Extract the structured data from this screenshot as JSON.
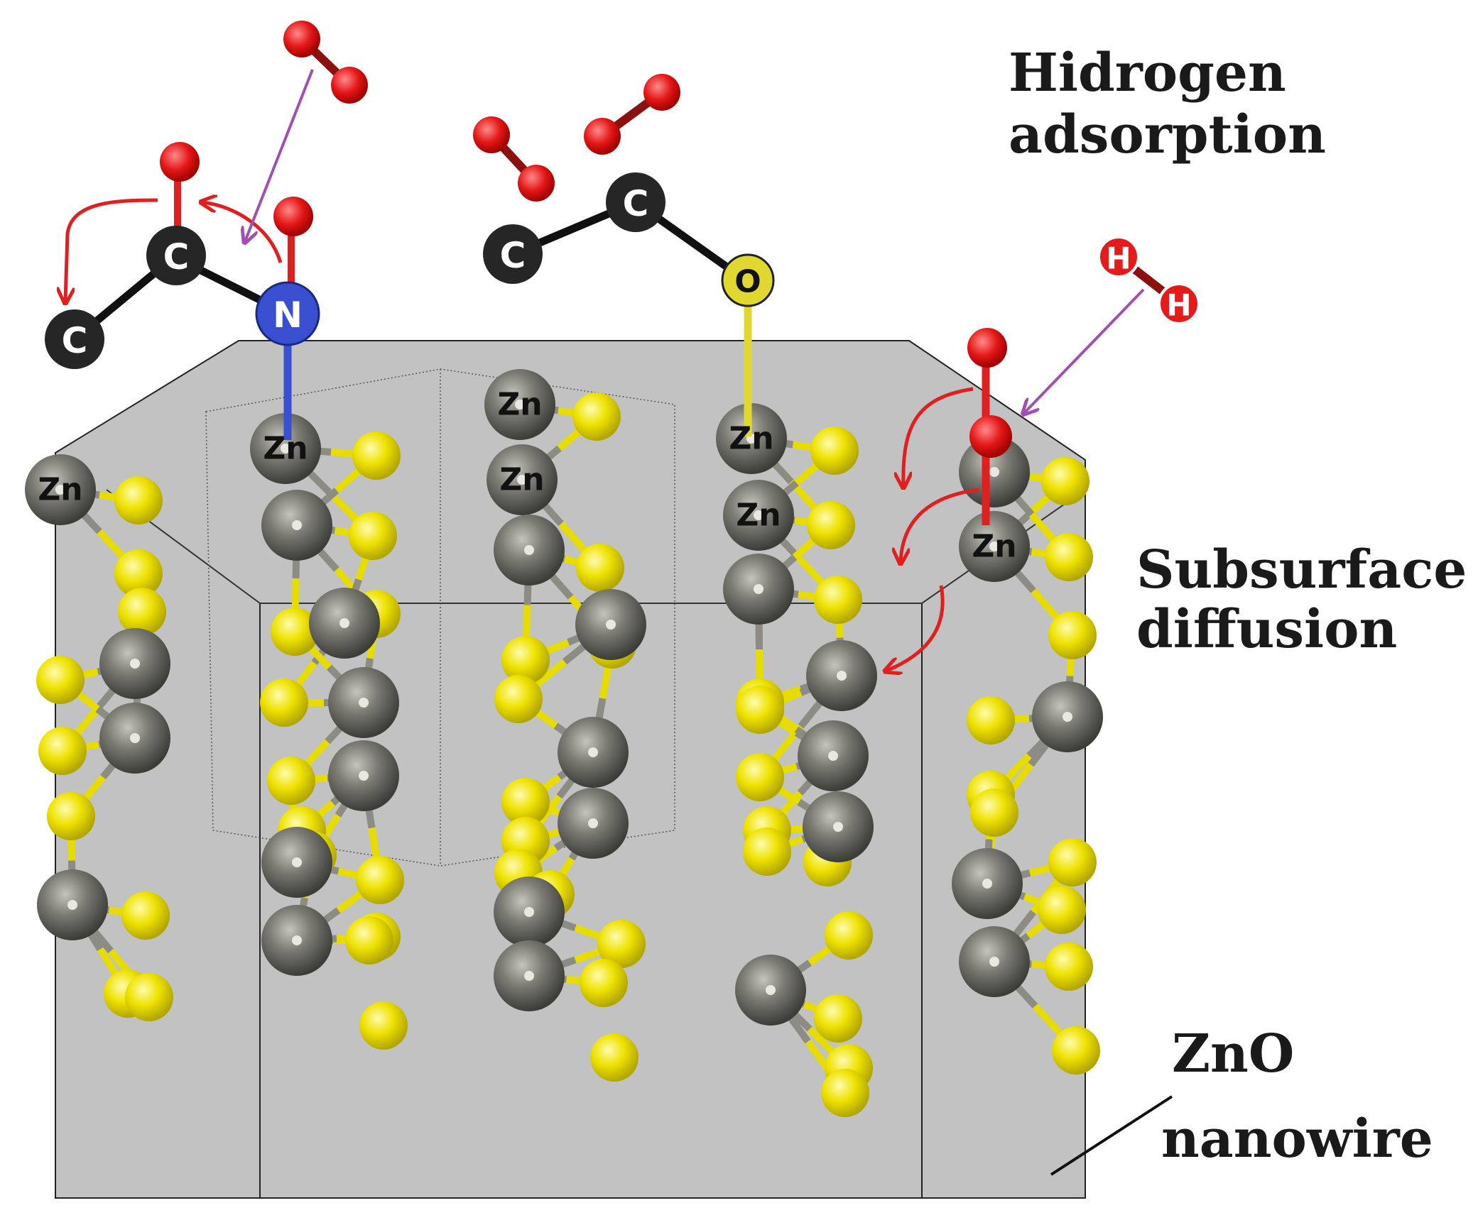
{
  "labels": {
    "hydrogen_line1": "Hidrogen",
    "hydrogen_line2": "adsorption",
    "subsurface_line1": "Subsurface",
    "subsurface_line2": "diffusion",
    "zno_line1": "ZnO",
    "zno_line2": "nanowire"
  },
  "atom_labels": {
    "carbon": "C",
    "nitrogen": "N",
    "oxygen": "O",
    "zinc": "Zn",
    "hydrogen": "H"
  },
  "colors": {
    "slab": "#c0c0c0",
    "zinc": "#777770",
    "sulfur": "#e8e000",
    "carbon": "#2a2a2a",
    "nitrogen": "#3a4fd0",
    "oxygen_ring": "#e0d830",
    "hydrogen_red": "#e31b1b",
    "h2_bond": "#8b1010",
    "reaction_arrow": "#e02020",
    "adsorption_arrow": "#a050b0"
  }
}
